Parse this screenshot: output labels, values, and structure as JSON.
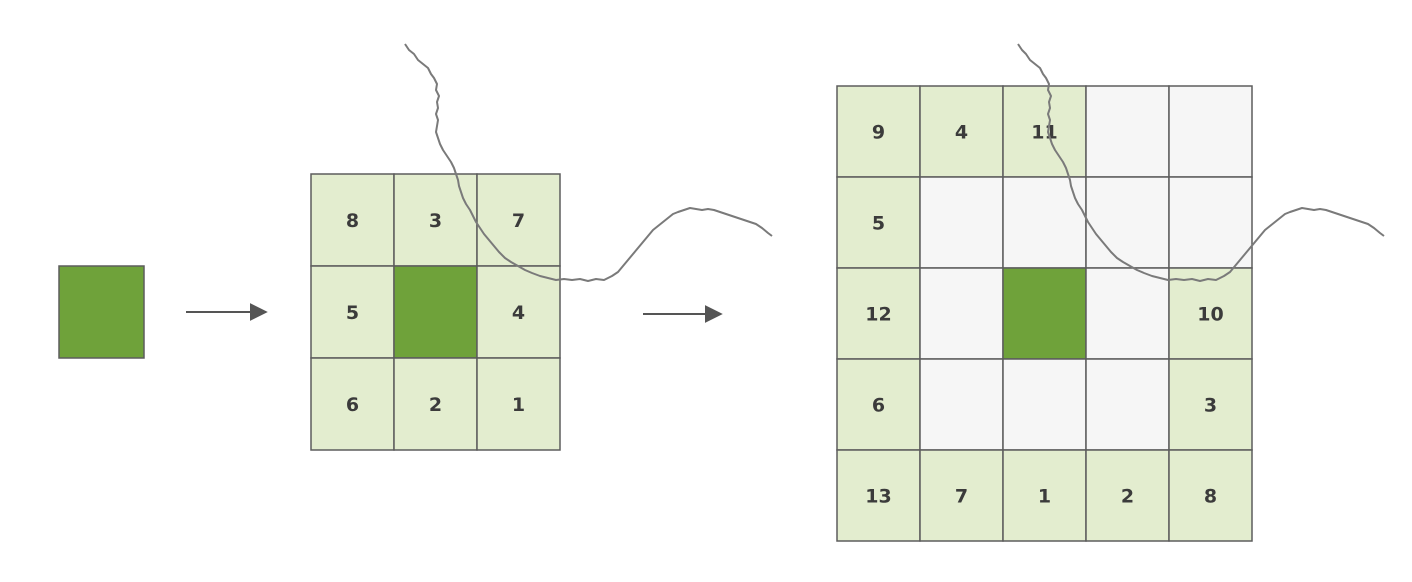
{
  "colors": {
    "center": "#6fa23a",
    "ring": "#e3edcf",
    "empty": "#f6f6f6",
    "border": "#5d5d5d",
    "river": "#7a7a7a",
    "arrow": "#555555"
  },
  "grids": [
    {
      "id": "single",
      "size": 1,
      "cells": [
        [
          {
            "type": "center",
            "label": ""
          }
        ]
      ]
    },
    {
      "id": "3x3",
      "size": 3,
      "cells": [
        [
          {
            "type": "ring",
            "label": "8"
          },
          {
            "type": "ring",
            "label": "3"
          },
          {
            "type": "ring",
            "label": "7"
          }
        ],
        [
          {
            "type": "ring",
            "label": "5"
          },
          {
            "type": "center",
            "label": ""
          },
          {
            "type": "ring",
            "label": "4"
          }
        ],
        [
          {
            "type": "ring",
            "label": "6"
          },
          {
            "type": "ring",
            "label": "2"
          },
          {
            "type": "ring",
            "label": "1"
          }
        ]
      ]
    },
    {
      "id": "5x5",
      "size": 5,
      "cells": [
        [
          {
            "type": "ring",
            "label": "9"
          },
          {
            "type": "ring",
            "label": "4"
          },
          {
            "type": "ring",
            "label": "11"
          },
          {
            "type": "empty",
            "label": ""
          },
          {
            "type": "empty",
            "label": ""
          }
        ],
        [
          {
            "type": "ring",
            "label": "5"
          },
          {
            "type": "empty",
            "label": ""
          },
          {
            "type": "empty",
            "label": ""
          },
          {
            "type": "empty",
            "label": ""
          },
          {
            "type": "empty",
            "label": ""
          }
        ],
        [
          {
            "type": "ring",
            "label": "12"
          },
          {
            "type": "empty",
            "label": ""
          },
          {
            "type": "center",
            "label": ""
          },
          {
            "type": "empty",
            "label": ""
          },
          {
            "type": "ring",
            "label": "10"
          }
        ],
        [
          {
            "type": "ring",
            "label": "6"
          },
          {
            "type": "empty",
            "label": ""
          },
          {
            "type": "empty",
            "label": ""
          },
          {
            "type": "empty",
            "label": ""
          },
          {
            "type": "ring",
            "label": "3"
          }
        ],
        [
          {
            "type": "ring",
            "label": "13"
          },
          {
            "type": "ring",
            "label": "7"
          },
          {
            "type": "ring",
            "label": "1"
          },
          {
            "type": "ring",
            "label": "2"
          },
          {
            "type": "ring",
            "label": "8"
          }
        ]
      ]
    }
  ],
  "arrows": [
    {
      "id": "arrow-1",
      "from": "single",
      "to": "3x3"
    },
    {
      "id": "arrow-2",
      "from": "3x3",
      "to": "5x5"
    }
  ],
  "rivers": [
    {
      "id": "river-small",
      "grid": "3x3"
    },
    {
      "id": "river-large",
      "grid": "5x5"
    }
  ]
}
